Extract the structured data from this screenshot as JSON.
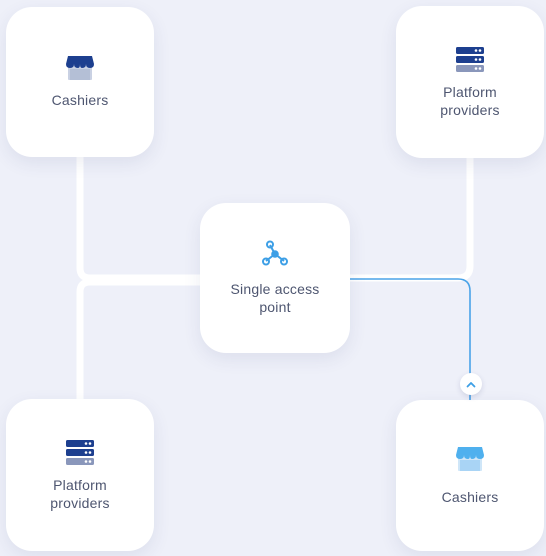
{
  "nodes": {
    "top_left": {
      "label": "Cashiers",
      "icon": "store-icon"
    },
    "top_right": {
      "label": "Platform providers",
      "icon": "server-icon"
    },
    "center": {
      "label": "Single access point",
      "icon": "network-hub-icon"
    },
    "bottom_left": {
      "label": "Platform providers",
      "icon": "server-icon"
    },
    "bottom_right": {
      "label": "Cashiers",
      "icon": "store-icon"
    }
  },
  "colors": {
    "background": "#eef0f9",
    "card": "#ffffff",
    "connector": "#ffffff",
    "active_connector": "#4aa3e8",
    "icon_navy": "#1d3f8f",
    "icon_light_blue": "#4fb0ee",
    "text": "#4e5670"
  },
  "toggle": {
    "icon": "chevron-up-icon"
  }
}
